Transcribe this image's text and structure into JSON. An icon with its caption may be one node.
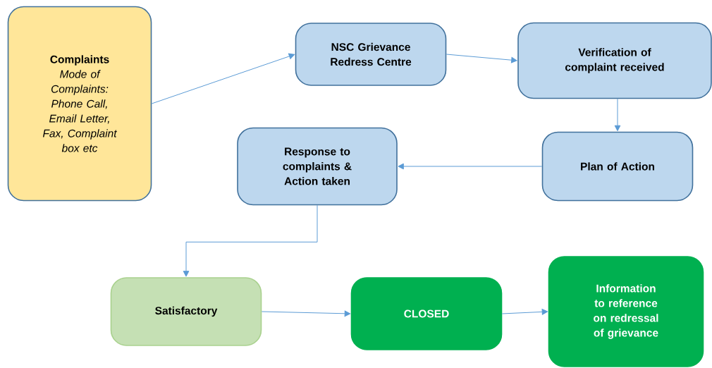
{
  "diagram": {
    "nodes": [
      {
        "text": [
          "Complaints",
          "Mode of Complaints: Phone Call, Email Letter, Fax, Complaint box etc"
        ]
      },
      {
        "text": [
          "NSC Grievance Redress Centre"
        ]
      },
      {
        "text": [
          "Verification of complaint received"
        ]
      },
      {
        "text": [
          "Plan of Action"
        ]
      },
      {
        "text": [
          "Response to complaints & Action taken"
        ]
      },
      {
        "text": [
          "Satisfactory"
        ]
      },
      {
        "text": [
          "CLOSED"
        ]
      },
      {
        "text": [
          "Information to reference on redressal of grievance"
        ]
      }
    ],
    "edges": [
      {
        "from": 0,
        "to": 1,
        "arrow": "to"
      },
      {
        "from": 1,
        "to": 2,
        "arrow": "to"
      },
      {
        "from": 2,
        "to": 3,
        "arrow": "to"
      },
      {
        "from": 3,
        "to": 4,
        "arrow": "to"
      },
      {
        "from": 4,
        "to": 5,
        "arrow": "to"
      },
      {
        "from": 5,
        "to": 6,
        "arrow": "to"
      },
      {
        "from": 6,
        "to": 7,
        "arrow": "to"
      }
    ]
  }
}
